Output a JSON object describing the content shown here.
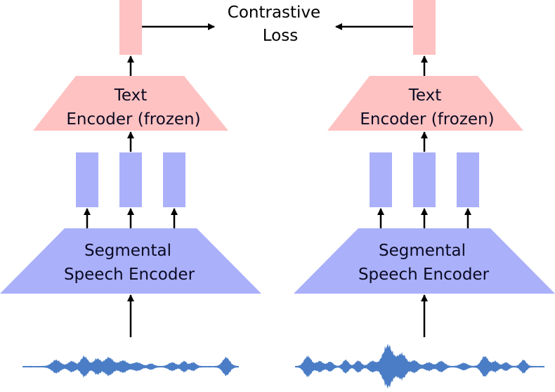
{
  "loss": {
    "line1": "Contrastive",
    "line2": "Loss"
  },
  "left_branch": {
    "text_encoder": {
      "line1": "Text",
      "line2": "Encoder (frozen)"
    },
    "speech_encoder": {
      "line1": "Segmental",
      "line2": "Speech Encoder"
    }
  },
  "right_branch": {
    "text_encoder": {
      "line1": "Text",
      "line2": "Encoder (frozen)"
    },
    "speech_encoder": {
      "line1": "Segmental",
      "line2": "Speech Encoder"
    }
  },
  "colors": {
    "text_encoder": "#ffc2c2",
    "speech_encoder": "#aab0fa",
    "segment_embedding": "#aab0fa",
    "output_embedding": "#ffc2c2",
    "waveform": "#4a7dc6",
    "arrow": "#000000"
  },
  "icons": {
    "waveform": "audio-waveform-icon"
  }
}
